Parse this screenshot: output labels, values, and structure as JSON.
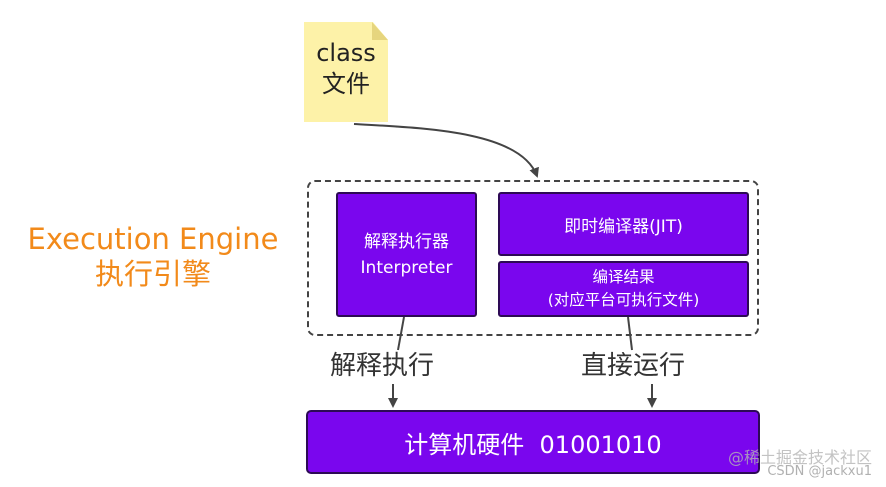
{
  "note": {
    "line1": "class",
    "line2": "文件"
  },
  "engine": {
    "en": "Execution Engine",
    "zh": "执行引擎"
  },
  "interpreter": {
    "line1": "解释执行器",
    "line2": "Interpreter"
  },
  "jit": {
    "label": "即时编译器(JIT)"
  },
  "result": {
    "line1": "编译结果",
    "line2": "(对应平台可执行文件)"
  },
  "labels": {
    "interpret_exec": "解释执行",
    "direct_run": "直接运行"
  },
  "hardware": {
    "label": "计算机硬件  01001010"
  },
  "watermark": {
    "line1": "@稀土掘金技术社区",
    "line2": "CSDN @jackxu1"
  },
  "colors": {
    "box_fill": "#7a06ee",
    "box_border": "#2d0a55",
    "engine_label": "#f28a1a",
    "note": "#fdf2a8"
  }
}
